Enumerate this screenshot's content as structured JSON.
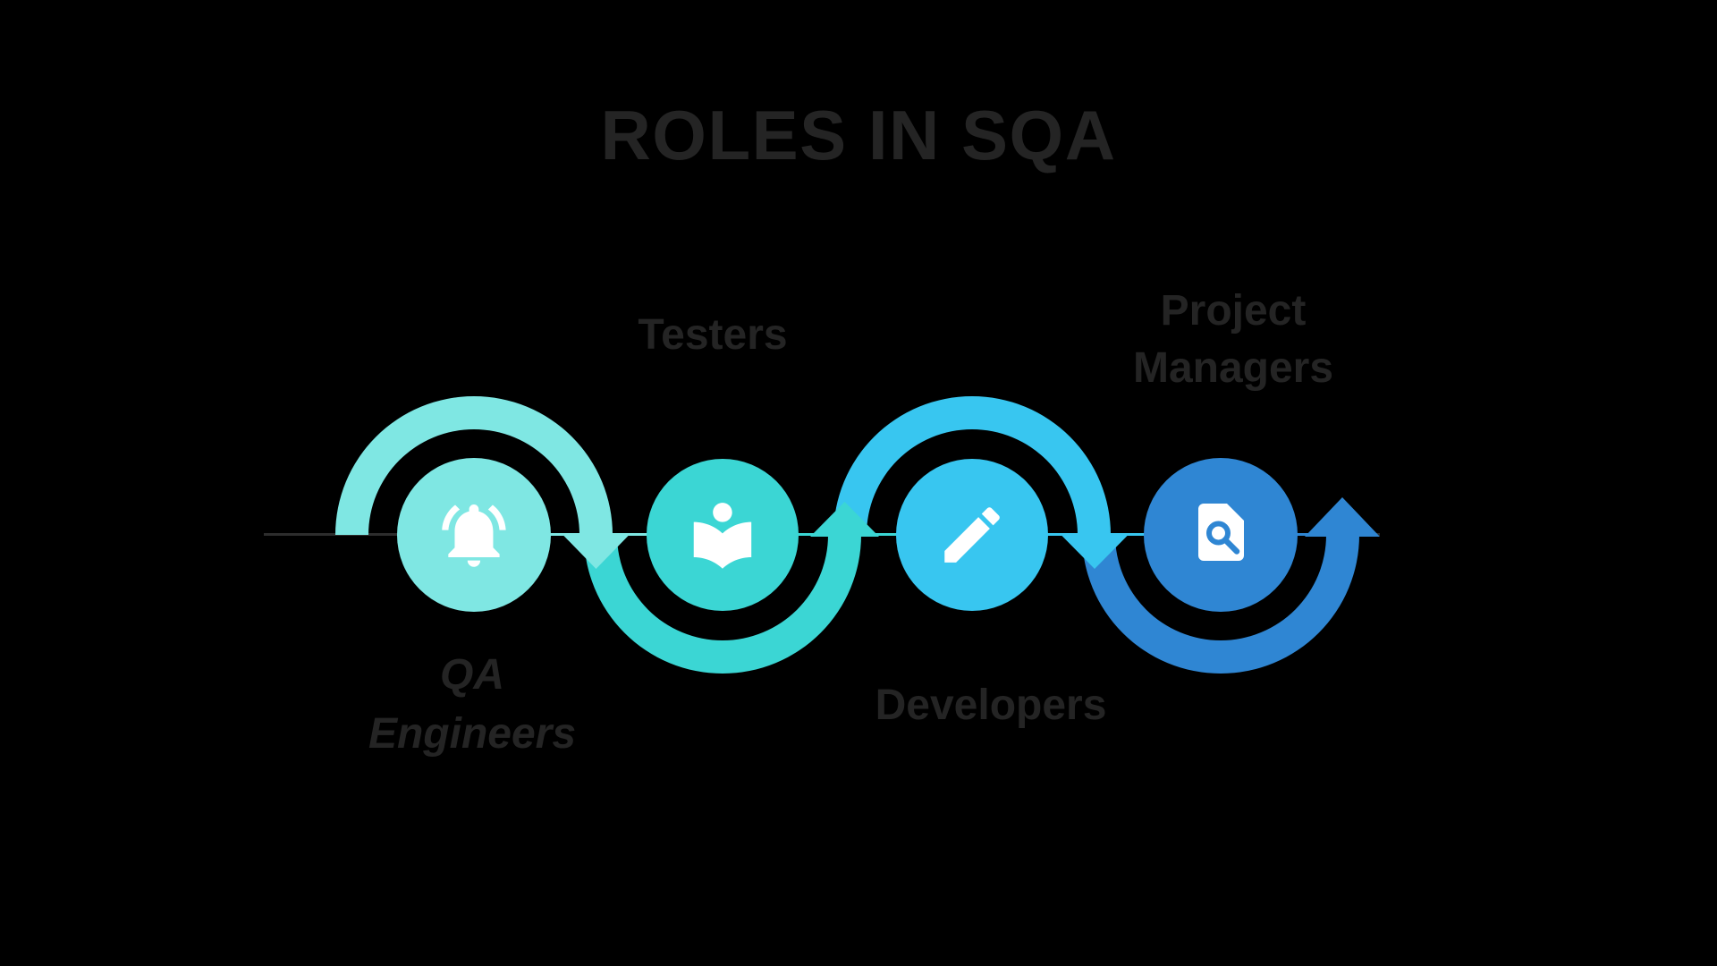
{
  "title": "ROLES IN SQA",
  "colors": {
    "background": "#000000",
    "text": "#242424",
    "icon": "#FFFFFF",
    "baseline": "#2d2d2d"
  },
  "roles": [
    {
      "name": "QA Engineers",
      "label_lines": [
        "QA",
        "Engineers"
      ],
      "label_position": "below",
      "icon": "bell-icon",
      "color": "#7FE7E3",
      "connector": {
        "type": "arc-over",
        "arrow": "down"
      }
    },
    {
      "name": "Testers",
      "label_lines": [
        "Testers"
      ],
      "label_position": "above",
      "icon": "open-book-reader-icon",
      "color": "#3BD6D4",
      "connector": {
        "type": "arc-under",
        "arrow": "up"
      }
    },
    {
      "name": "Developers",
      "label_lines": [
        "Developers"
      ],
      "label_position": "below",
      "icon": "pencil-icon",
      "color": "#38C6F0",
      "connector": {
        "type": "arc-over",
        "arrow": "down"
      }
    },
    {
      "name": "Project Managers",
      "label_lines": [
        "Project",
        "Managers"
      ],
      "label_position": "above",
      "icon": "document-search-icon",
      "color": "#2F86D3",
      "connector": {
        "type": "arc-under",
        "arrow": "up"
      }
    }
  ]
}
